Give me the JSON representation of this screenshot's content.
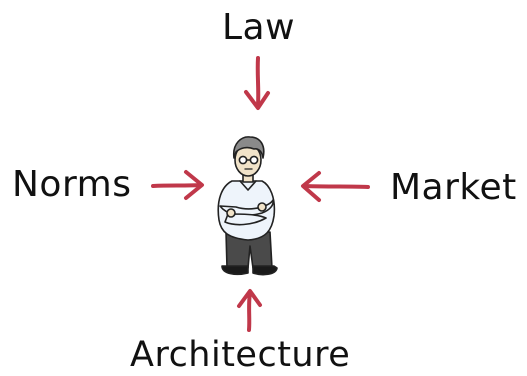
{
  "diagram": {
    "labels": {
      "top": "Law",
      "left": "Norms",
      "right": "Market",
      "bottom": "Architecture"
    },
    "arrow_color": "#c0384a",
    "arrow_directions": {
      "top": "down",
      "left": "right",
      "right": "left",
      "bottom": "up"
    },
    "figure": {
      "icon": "person-with-glasses-arms-crossed-icon",
      "shirt_color": "#eef4fb",
      "trousers_color": "#4a4a4a",
      "hair_color": "#8a8a8a",
      "skin_color": "#f1e3c9"
    }
  }
}
